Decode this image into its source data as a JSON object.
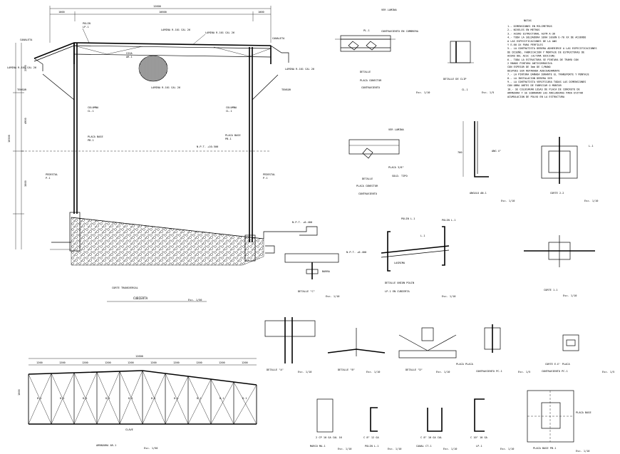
{
  "drawing": {
    "notes": {
      "title": "NOTAS",
      "lines": [
        "1.- DIMENSIONES EN MILIMETROS",
        "2.- NIVELES EN METROS",
        "3.- ACERO ESTRUCTURAL ASTM A-36",
        "4.- TODA LA SOLDADURA SERA SEGUN E-70 XX DE ACUERDO",
        "    A LAS ESPECIFICACIONES DE LA AWS",
        "    Y E-60 XX PARA PERFILES",
        "5.- LA CONTRATISTA DEBERA ADHERIRSE A LAS ESPECIFICACIONES",
        "    DE DISEÑO, FABRICACION Y MONTAJE DE ESTRUCTURAS DE",
        "    ACERO DEL AISC (ULTIMA EDICION)",
        "6.- TODA LA ESTRUCTURA SE PINTARA DE TRAMO CON",
        "    2 MANOS PINTURA ANTICORROSIVA",
        "    CON ESPESOR DE 3mm DE C/MANO",
        "    DESPUES SER REPARADA ADECUADAMENTE",
        "7.- LA PINTURA DAÑADA DURANTE EL TRANSPORTE Y MONTAJE",
        "8.- LA INSTALACION DEBERA SER",
        "9.- LA CONTRATISTA VERIFICARA TODAS LAS DIMENSIONES",
        "    CON OBRA ANTES DE FABRICAR O MONTAR",
        "10.- SE COLOCARAN LOSAS DE PLACA DE CONCRETO DE",
        "    ARMADURA Y SE SOBRARAN LAS ANCLADURAS PARA EVITAR",
        "    ACUMULACION DE POLVO EN LA ESTRUCTURA"
      ]
    },
    "section": {
      "total_dim": "12600",
      "dim_left": "1000",
      "dim_mid": "10600",
      "dim_right": "1000",
      "height_dim": "10500",
      "h_upper": "4900",
      "h_lower": "3000",
      "h_top": "2500",
      "label_purlin": "POLIN",
      "label_purlin_ref": "LP-1",
      "label_tile": "LAMINA R-101 CAL 26",
      "label_gutter_l": "CANALETA",
      "label_gutter_r": "CANALETA",
      "label_truss": "VIGA",
      "label_truss_ref": "AR-1",
      "label_sheet_l": "LAMINA R-101 CAL 26",
      "label_sheet_r": "LAMINA R-101 CAL 26",
      "label_sheet_mid": "LAMINA R-101 CAL 26",
      "label_brace_l": "TENSOR",
      "label_brace_r": "TENSOR",
      "label_col_l": "COLUMNA",
      "label_col_l_ref": "CL-1",
      "label_col_r": "COLUMNA",
      "label_col_r_ref": "CL-1",
      "label_base_l": "PLACA BASE",
      "label_base_l_ref": "PB-1",
      "label_base_r": "PLACA BASE",
      "label_base_r_ref": "PB-1",
      "label_level": "N.P.T. +10.500",
      "label_ped_l": "PEDESTAL",
      "label_ped_l_ref": "P-1",
      "label_ped_r": "PEDESTAL",
      "label_ped_r_ref": "P-1",
      "label_npt": "N.P.T. +0.400",
      "caption_small": "CORTE TRANSVERSAL",
      "caption": "CUBIERTA",
      "scale": "Esc. 1/50"
    },
    "details": {
      "d1_title": "DETALLE",
      "d1_sub": "PLACA CONECTOR",
      "d1_caption": "CONTRAVIENTO",
      "d1_scale": "Esc. 1/10",
      "d1_label_a": "VER LAMINA",
      "d1_label_b": "CONTRAVIENTO EN CUMBRERA",
      "d1_label_c": "PL-1",
      "clip_title": "DETALLE DE CLIP",
      "clip_ref": "CL-1",
      "clip_scale": "Esc. 1/5",
      "d2_title": "DETALLE",
      "d2_sub": "PLACA CONECTOR",
      "d2_caption": "CONTRAVIENTO",
      "d2_label_a": "VER LAMINA",
      "d2_label_b": "PLACA 3/8\"",
      "d2_label_c": "SOLD. TIPO",
      "angle_caption": "ANGULO AN-1",
      "angle_scale": "Esc. 1/10",
      "angle_dim": "700",
      "angle_label": "ANG 4\"",
      "cut_caption": "CORTE 2-2",
      "cut_scale": "Esc. 1/10",
      "cut_label": "L-1",
      "c_caption": "DETALLE \"C\"",
      "c_scale": "Esc. 1/10",
      "c_label_a": "BARRA",
      "c_label_b": "N.P.T. +0.400",
      "lp_title": "DETALLE UNION POLIN",
      "lp_caption": "LP-1 EN CUBIERTA",
      "lp_scale": "Esc. 1/10",
      "lp_label_a": "POLIN L-1",
      "lp_label_b": "POLIN L-1",
      "lp_label_c": "L-1",
      "lp_label_d": "LAGRIMA",
      "cut11_caption": "CORTE 1-1",
      "cut11_scale": "Esc. 1/10",
      "dA_caption": "DETALLE \"A\"",
      "dA_scale": "Esc. 1/10",
      "dB_caption": "DETALLE \"B\"",
      "dB_scale": "Esc. 1/10",
      "dD_caption": "DETALLE \"D\"",
      "dD_scale": "Esc. 1/10",
      "pc_caption": "PLACA PLACA",
      "pc_caption2": "CONTRAVIENTO PC-1",
      "pc_scale": "Esc. 1/5",
      "pp_caption": "CORTE E-E' PLACA",
      "pp_caption2": "CONTRAVIENTO PC-1",
      "pp_scale": "Esc. 1/5"
    },
    "truss": {
      "total": "12600",
      "segments": [
        "1200",
        "1200",
        "1200",
        "1200",
        "1200",
        "1200",
        "1200",
        "1200",
        "1200",
        "1200"
      ],
      "height_dim": "1000",
      "label_d": "D-1",
      "label_m": "M-1",
      "caption": "ARMADURA AR-1",
      "scale": "Esc. 1/50",
      "bottom_note": "CLAVE"
    },
    "profiles": [
      {
        "caption": "MARCO MA-1",
        "scale": "Esc. 1/10",
        "spec": "2 CP 10 GA CAL 16"
      },
      {
        "caption": "POLIN L-1",
        "scale": "Esc. 1/10",
        "spec": "C 8\" 12 GA"
      },
      {
        "caption": "CANAL CT-1",
        "scale": "Esc. 1/10",
        "spec": "C 8\" 10 GA CAL"
      },
      {
        "caption": "LP-1",
        "scale": "Esc. 1/10",
        "spec": "C 10\" 10 GA"
      },
      {
        "caption": "PLACA BASE PB-1",
        "scale": "Esc. 1/10",
        "spec": "PLACA BASE"
      }
    ]
  }
}
